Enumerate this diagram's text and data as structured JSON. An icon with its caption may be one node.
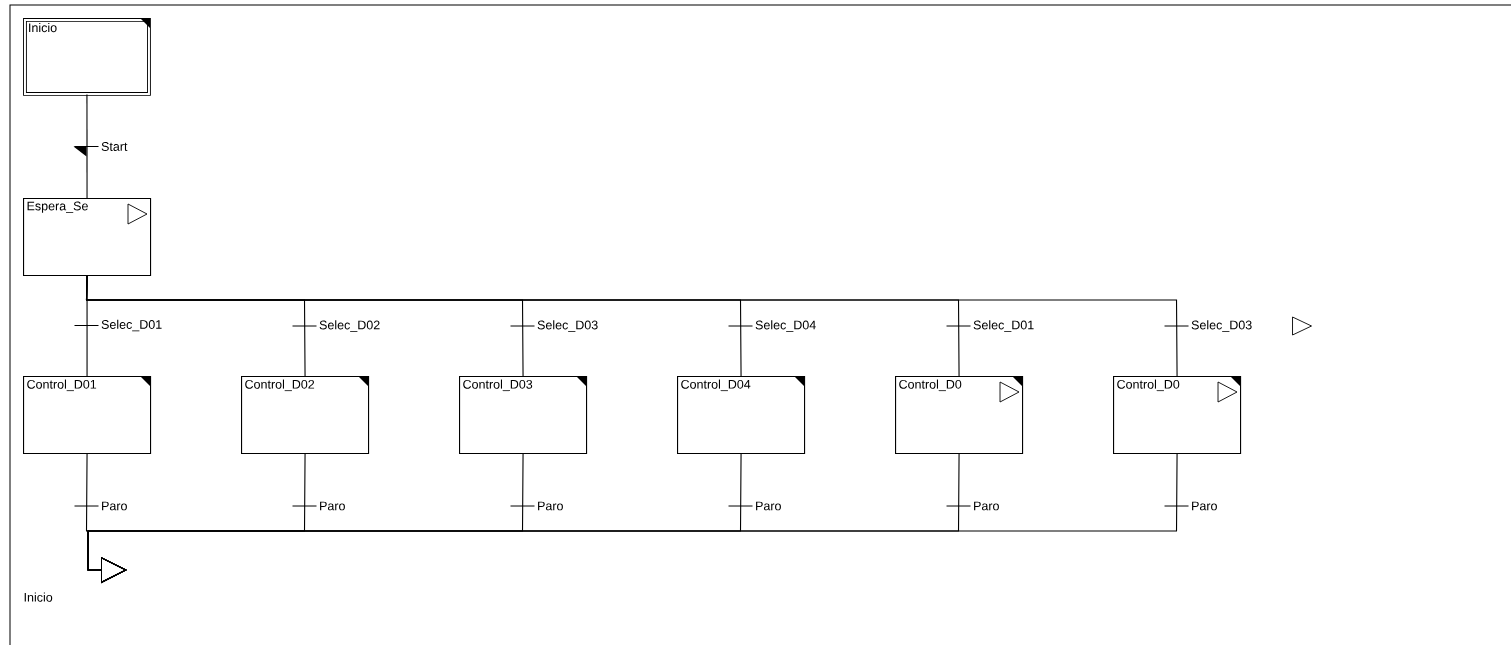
{
  "diagram": {
    "nodes": [
      {
        "text": [
          "Inicio"
        ]
      },
      {
        "text": [
          "Espera_Se"
        ]
      },
      {
        "text": [
          "Control_D01"
        ]
      },
      {
        "text": [
          "Control_D02"
        ]
      },
      {
        "text": [
          "Control_D03"
        ]
      },
      {
        "text": [
          "Control_D04"
        ]
      },
      {
        "text": [
          "Control_D0"
        ]
      },
      {
        "text": [
          "Control_D0"
        ]
      },
      {
        "text": [
          "Inicio"
        ]
      }
    ],
    "edges": [
      {
        "from": 0,
        "to": 1,
        "arrow": "none",
        "label": "Start"
      },
      {
        "from": 1,
        "to": 2,
        "arrow": "none",
        "label": "Selec_D01"
      },
      {
        "from": 1,
        "to": 3,
        "arrow": "none",
        "label": "Selec_D02"
      },
      {
        "from": 1,
        "to": 4,
        "arrow": "none",
        "label": "Selec_D03"
      },
      {
        "from": 1,
        "to": 5,
        "arrow": "none",
        "label": "Selec_D04"
      },
      {
        "from": 1,
        "to": 6,
        "arrow": "none",
        "label": "Selec_D01"
      },
      {
        "from": 1,
        "to": 7,
        "arrow": "none",
        "label": "Selec_D03"
      },
      {
        "from": 2,
        "to": 8,
        "arrow": "to",
        "label": "Paro"
      },
      {
        "from": 3,
        "to": 8,
        "arrow": "to",
        "label": "Paro"
      },
      {
        "from": 4,
        "to": 8,
        "arrow": "to",
        "label": "Paro"
      },
      {
        "from": 5,
        "to": 8,
        "arrow": "to",
        "label": "Paro"
      },
      {
        "from": 6,
        "to": 8,
        "arrow": "to",
        "label": "Paro"
      },
      {
        "from": 7,
        "to": 8,
        "arrow": "to",
        "label": "Paro"
      }
    ]
  }
}
